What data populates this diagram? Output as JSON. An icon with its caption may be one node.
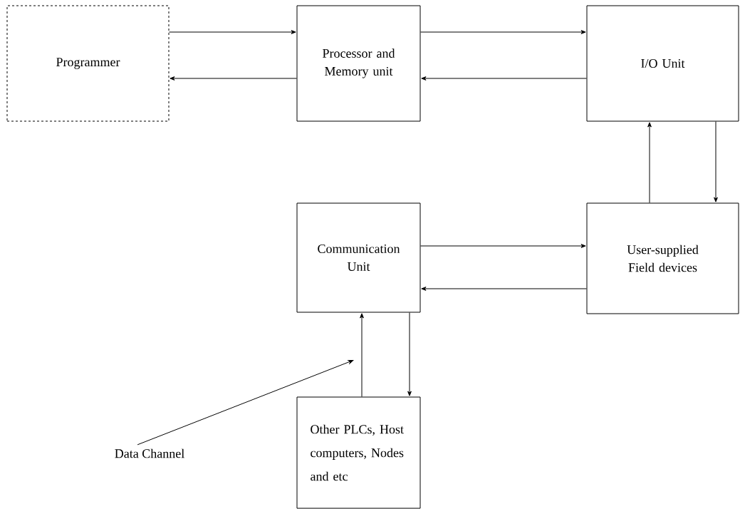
{
  "diagram": {
    "nodes": [
      {
        "text": [
          "Programmer"
        ]
      },
      {
        "text": [
          "Processor and Memory unit"
        ]
      },
      {
        "text": [
          "I/O Unit"
        ]
      },
      {
        "text": [
          "Communication Unit"
        ]
      },
      {
        "text": [
          "User-supplied Field devices"
        ]
      },
      {
        "text": [
          "Other PLCs, Host computers, Nodes and etc"
        ]
      },
      {
        "text": [
          "Data Channel"
        ]
      }
    ],
    "edges": [
      {
        "from": 0,
        "to": 1,
        "arrow": "to"
      },
      {
        "from": 1,
        "to": 0,
        "arrow": "to"
      },
      {
        "from": 1,
        "to": 2,
        "arrow": "to"
      },
      {
        "from": 2,
        "to": 1,
        "arrow": "to"
      },
      {
        "from": 4,
        "to": 2,
        "arrow": "to"
      },
      {
        "from": 2,
        "to": 4,
        "arrow": "to"
      },
      {
        "from": 3,
        "to": 4,
        "arrow": "to"
      },
      {
        "from": 4,
        "to": 3,
        "arrow": "to"
      },
      {
        "from": 5,
        "to": 3,
        "arrow": "to"
      },
      {
        "from": 3,
        "to": 5,
        "arrow": "to"
      },
      {
        "from": 6,
        "to": null,
        "arrow": "to"
      }
    ]
  }
}
